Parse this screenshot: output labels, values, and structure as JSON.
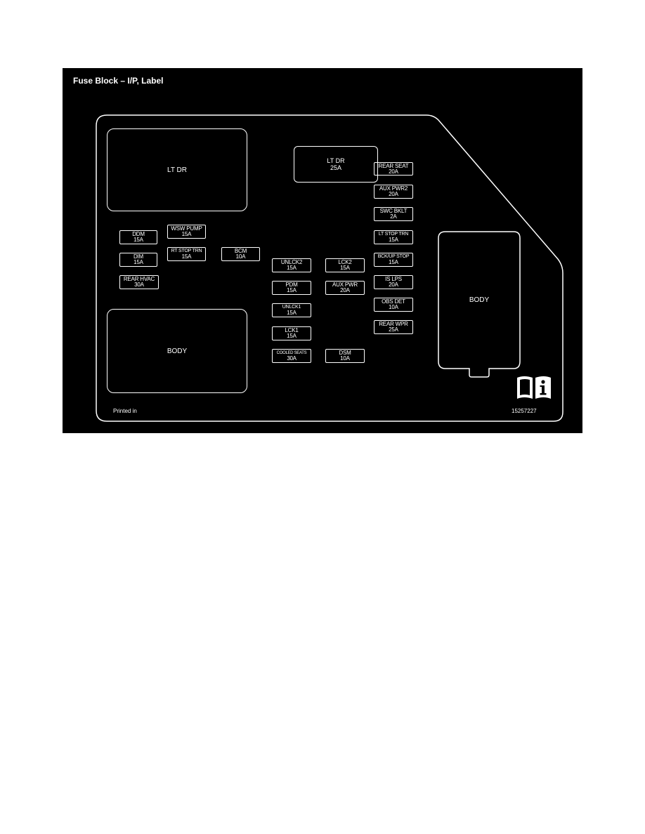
{
  "diagram": {
    "title": "Fuse Block – I/P, Label",
    "colors": {
      "background": "#000000",
      "lines": "#ffffff",
      "page": "#ffffff"
    },
    "relays": [
      {
        "id": "lt-dr-relay",
        "label": "LT DR"
      },
      {
        "id": "body-relay-left",
        "label": "BODY"
      },
      {
        "id": "body-relay-right",
        "label": "BODY"
      }
    ],
    "lt_dr_breaker": {
      "name": "LT DR",
      "rating": "25A"
    },
    "fuses": [
      {
        "name": "DDM",
        "rating": "15A"
      },
      {
        "name": "DIM",
        "rating": "15A"
      },
      {
        "name": "REAR HVAC",
        "rating": "30A"
      },
      {
        "name": "WSW PUMP",
        "rating": "15A"
      },
      {
        "name": "RT STOP TRN",
        "rating": "15A"
      },
      {
        "name": "BCM",
        "rating": "10A"
      },
      {
        "name": "UNLCK2",
        "rating": "15A"
      },
      {
        "name": "PDM",
        "rating": "15A"
      },
      {
        "name": "UNLCK1",
        "rating": "15A"
      },
      {
        "name": "LCK1",
        "rating": "15A"
      },
      {
        "name": "COOLED SEATS",
        "rating": "30A"
      },
      {
        "name": "LCK2",
        "rating": "15A"
      },
      {
        "name": "AUX PWR",
        "rating": "20A"
      },
      {
        "name": "DSM",
        "rating": "10A"
      },
      {
        "name": "REAR SEAT",
        "rating": "20A"
      },
      {
        "name": "AUX PWR2",
        "rating": "20A"
      },
      {
        "name": "SWC BKLT",
        "rating": "2A"
      },
      {
        "name": "LT STOP TRN",
        "rating": "15A"
      },
      {
        "name": "BCK/UP STOP",
        "rating": "15A"
      },
      {
        "name": "IS LPS",
        "rating": "20A"
      },
      {
        "name": "OBS DET",
        "rating": "10A"
      },
      {
        "name": "REAR WPR",
        "rating": "25A"
      }
    ],
    "footer": {
      "printed_in": "Printed in",
      "part_number": "15257227",
      "icon": "owner-manual-info-icon"
    }
  }
}
